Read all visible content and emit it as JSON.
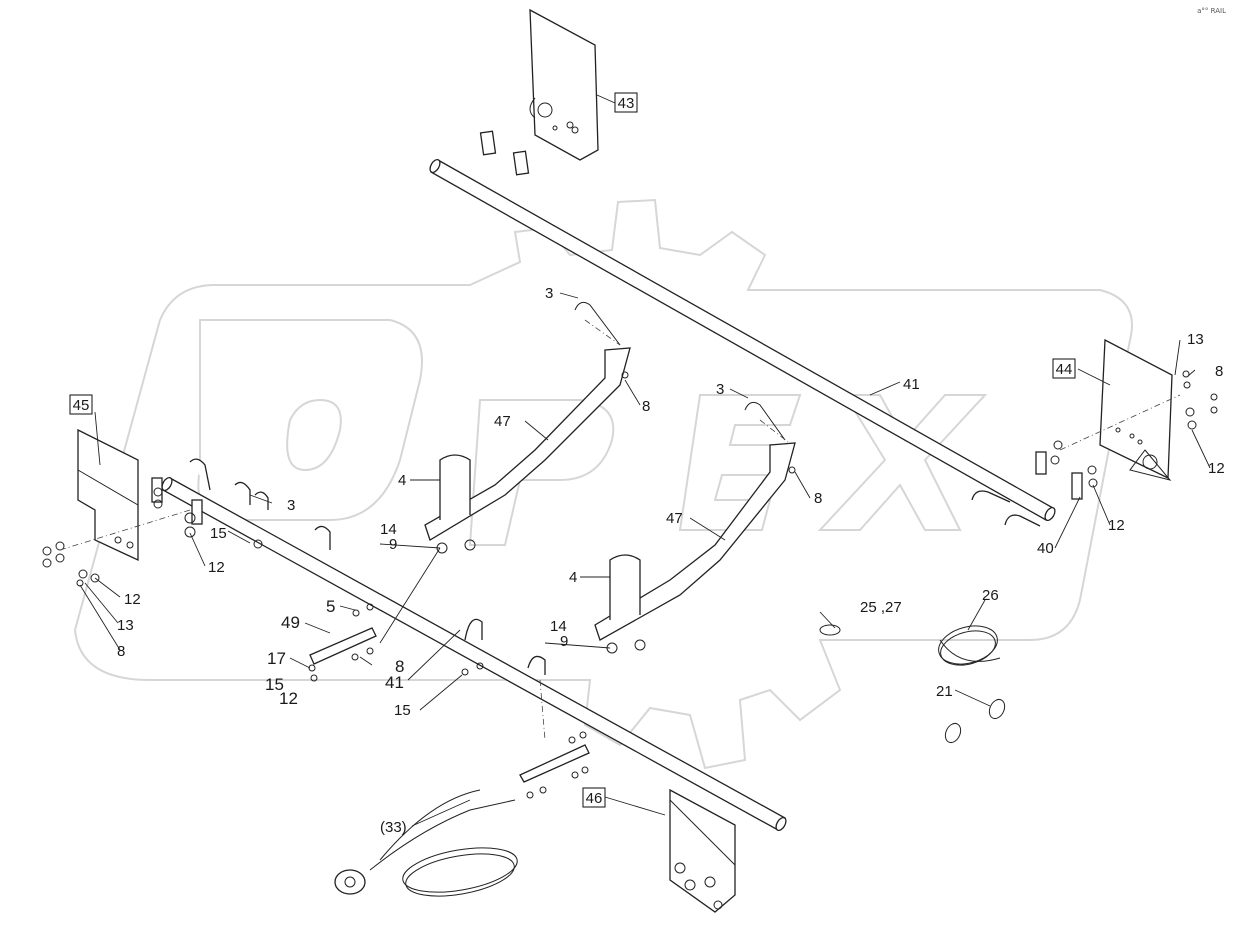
{
  "watermark": {
    "text": "OPEX",
    "color": "#d6d6d6"
  },
  "corner_mark": "a°° RAIL",
  "callouts": {
    "c43": "43",
    "c44": "44",
    "c45": "45",
    "c46": "46",
    "c3a": "3",
    "c3b": "3",
    "c3c": "3",
    "c4a": "4",
    "c4b": "4",
    "c5": "5",
    "c8a": "8",
    "c8b": "8",
    "c8c": "8",
    "c8d": "8",
    "c8e": "8",
    "c9a": "9",
    "c9b": "9",
    "c12a": "12",
    "c12b": "12",
    "c12c": "12",
    "c12d": "12",
    "c12e": "12",
    "c13a": "13",
    "c13b": "13",
    "c14a": "14",
    "c14b": "14",
    "c15a": "15",
    "c15b": "15",
    "c15c": "15",
    "c17": "17",
    "c21": "21",
    "c25": "25 ,27",
    "c26": "26",
    "c33": "(33)",
    "c40": "40",
    "c41a": "41",
    "c41b": "41",
    "c47a": "47",
    "c47b": "47",
    "c49": "49"
  }
}
